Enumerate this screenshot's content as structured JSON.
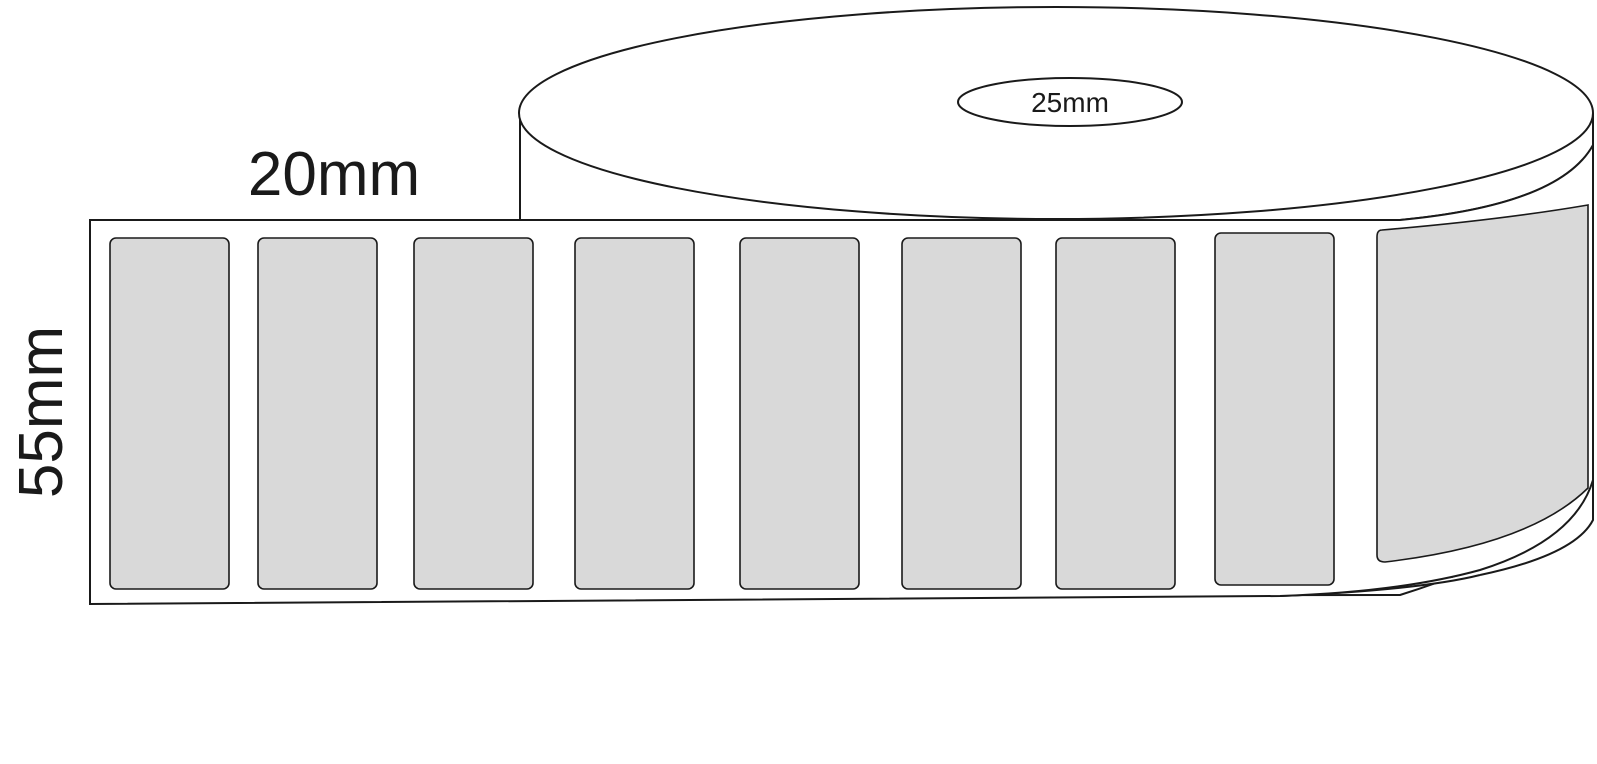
{
  "dimensions": {
    "width_label": "20mm",
    "height_label": "55mm",
    "core_label": "25mm"
  },
  "labels": {
    "visible_count": 9,
    "color": "#d9d9d9"
  },
  "colors": {
    "outline": "#1a1a1a",
    "backing": "#ffffff"
  }
}
